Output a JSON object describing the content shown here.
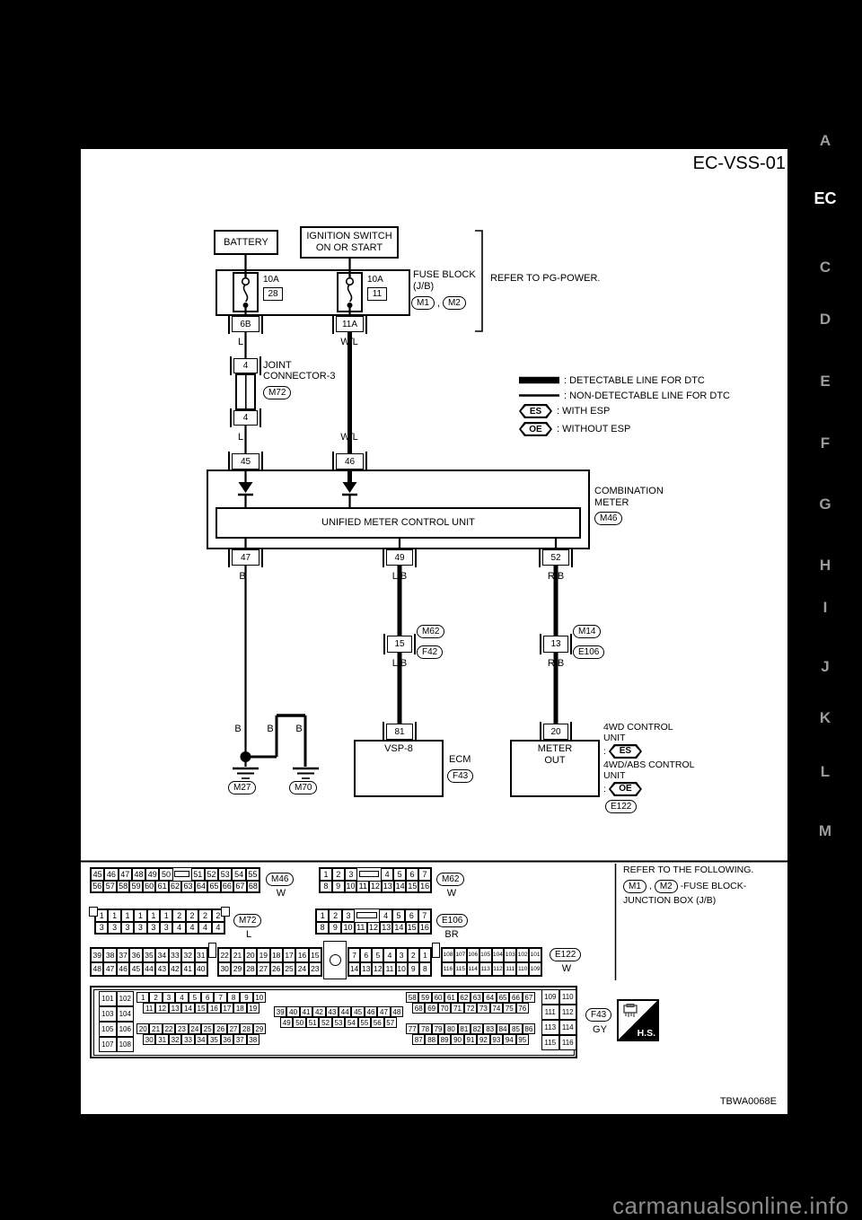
{
  "page": {
    "title": "EC-VSS-01",
    "figure_code": "TBWA0068E",
    "watermark": "carmanualsonline.info",
    "margin_letters": [
      "A",
      "EC",
      "C",
      "D",
      "E",
      "F",
      "G",
      "H",
      "I",
      "J",
      "K",
      "L",
      "M"
    ]
  },
  "wires": {
    "l": "L",
    "wl": "W/L",
    "b": "B",
    "lb": "L/B",
    "rb": "R/B"
  },
  "refs": {
    "m1": "M1",
    "m2": "M2",
    "m72": "M72",
    "m46": "M46",
    "m62": "M62",
    "f42": "F42",
    "m14": "M14",
    "e106": "E106",
    "m27": "M27",
    "m70": "M70",
    "f43": "F43",
    "e122": "E122"
  },
  "terminals": {
    "t6b": "6B",
    "t11a": "11A",
    "joint": "4",
    "t45": "45",
    "t46": "46",
    "t47": "47",
    "t49": "49",
    "t52": "52",
    "t15": "15",
    "t13": "13",
    "t81": "81",
    "t20": "20"
  },
  "fuses": {
    "f1_rating": "10A",
    "f1_num": "28",
    "f2_rating": "10A",
    "f2_num": "11"
  },
  "blocks": {
    "battery": "BATTERY",
    "ignition_l1": "IGNITION SWITCH",
    "ignition_l2": "ON OR START",
    "fuse_block_l1": "FUSE BLOCK",
    "fuse_block_l2": "(J/B)",
    "refer_pg": "REFER TO PG-POWER.",
    "joint_l1": "JOINT",
    "joint_l2": "CONNECTOR-3",
    "combination_l1": "COMBINATION",
    "combination_l2": "METER",
    "unified": "UNIFIED METER CONTROL UNIT",
    "vsp": "VSP-8",
    "ecm": "ECM",
    "meter_out_l1": "METER",
    "meter_out_l2": "OUT",
    "unit4wd_l1": "4WD CONTROL",
    "unit4wd_l2": "UNIT",
    "unit4wdabs_l1": "4WD/ABS CONTROL",
    "unit4wdabs_l2": "UNIT",
    "colon": ":"
  },
  "legend": {
    "detectable": ": DETECTABLE LINE FOR DTC",
    "non_detectable": ": NON-DETECTABLE LINE FOR DTC",
    "es": "ES",
    "with_esp": ": WITH ESP",
    "oe": "OE",
    "without_esp": ": WITHOUT ESP"
  },
  "footer": {
    "refer_following": "REFER TO THE FOLLOWING.",
    "fuse_block_suffix": "-FUSE BLOCK-",
    "junction_box": "JUNCTION BOX (J/B)",
    "comma": ",",
    "hs": "H.S."
  },
  "connectors": {
    "m46": {
      "label": "M46",
      "color": "W",
      "rows": [
        [
          "45",
          "46",
          "47",
          "48",
          "49",
          "50",
          "_bar_",
          "51",
          "52",
          "53",
          "54",
          "55"
        ],
        [
          "56",
          "57",
          "58",
          "59",
          "60",
          "61",
          "62",
          "63",
          "64",
          "65",
          "66",
          "67",
          "68"
        ]
      ]
    },
    "m62": {
      "label": "M62",
      "color": "W",
      "rows": [
        [
          "1",
          "2",
          "3",
          "_bar_",
          "4",
          "5",
          "6",
          "7"
        ],
        [
          "8",
          "9",
          "10",
          "11",
          "12",
          "13",
          "14",
          "15",
          "16"
        ]
      ]
    },
    "m72": {
      "label": "M72",
      "color": "L",
      "rows": [
        [
          "1",
          "1",
          "1",
          "1",
          "1",
          "1",
          "2",
          "2",
          "2",
          "2"
        ],
        [
          "3",
          "3",
          "3",
          "3",
          "3",
          "3",
          "4",
          "4",
          "4",
          "4"
        ]
      ]
    },
    "e106": {
      "label": "E106",
      "color": "BR",
      "rows": [
        [
          "1",
          "2",
          "3",
          "_bar_",
          "4",
          "5",
          "6",
          "7"
        ],
        [
          "8",
          "9",
          "10",
          "11",
          "12",
          "13",
          "14",
          "15",
          "16"
        ]
      ]
    },
    "e122": {
      "label": "E122",
      "color": "W",
      "s1": [
        [
          "39",
          "38",
          "37",
          "36",
          "35",
          "34",
          "33",
          "32",
          "31"
        ],
        [
          "48",
          "47",
          "46",
          "45",
          "44",
          "43",
          "42",
          "41",
          "40"
        ]
      ],
      "s2": [
        [
          "22",
          "21",
          "20",
          "19",
          "18",
          "17",
          "16",
          "15"
        ],
        [
          "30",
          "29",
          "28",
          "27",
          "26",
          "25",
          "24",
          "23"
        ]
      ],
      "s4": [
        [
          "7",
          "6",
          "5",
          "4",
          "3",
          "2",
          "1"
        ],
        [
          "14",
          "13",
          "12",
          "11",
          "10",
          "9",
          "8"
        ]
      ],
      "s5": [
        [
          "108",
          "107",
          "106",
          "105",
          "104",
          "103",
          "102",
          "101"
        ],
        [
          "116",
          "115",
          "114",
          "113",
          "112",
          "111",
          "110",
          "109"
        ]
      ]
    },
    "f43": {
      "label": "F43",
      "color": "GY",
      "left": [
        [
          "101",
          "102"
        ],
        [
          "103",
          "104"
        ],
        [
          "105",
          "106"
        ],
        [
          "107",
          "108"
        ]
      ],
      "top_mid": [
        [
          "1",
          "2",
          "3",
          "4",
          "5",
          "6",
          "7",
          "8",
          "9",
          "10"
        ],
        [
          "11",
          "12",
          "13",
          "14",
          "15",
          "16",
          "17",
          "18",
          "19"
        ]
      ],
      "bottom_mid": [
        [
          "20",
          "21",
          "22",
          "23",
          "24",
          "25",
          "26",
          "27",
          "28",
          "29"
        ],
        [
          "30",
          "31",
          "32",
          "33",
          "34",
          "35",
          "36",
          "37",
          "38"
        ]
      ],
      "center": [
        [
          "39",
          "40",
          "41",
          "42",
          "43",
          "44",
          "45",
          "46",
          "47",
          "48"
        ],
        [
          "49",
          "50",
          "51",
          "52",
          "53",
          "54",
          "55",
          "56",
          "57"
        ]
      ],
      "top_right": [
        [
          "58",
          "59",
          "60",
          "61",
          "62",
          "63",
          "64",
          "65",
          "66",
          "67"
        ],
        [
          "68",
          "69",
          "70",
          "71",
          "72",
          "73",
          "74",
          "75",
          "76"
        ]
      ],
      "bottom_right": [
        [
          "77",
          "78",
          "79",
          "80",
          "81",
          "82",
          "83",
          "84",
          "85",
          "86"
        ],
        [
          "87",
          "88",
          "89",
          "90",
          "91",
          "92",
          "93",
          "94",
          "95"
        ]
      ],
      "right": [
        [
          "109",
          "110"
        ],
        [
          "111",
          "112"
        ],
        [
          "113",
          "114"
        ],
        [
          "115",
          "116"
        ]
      ]
    }
  }
}
